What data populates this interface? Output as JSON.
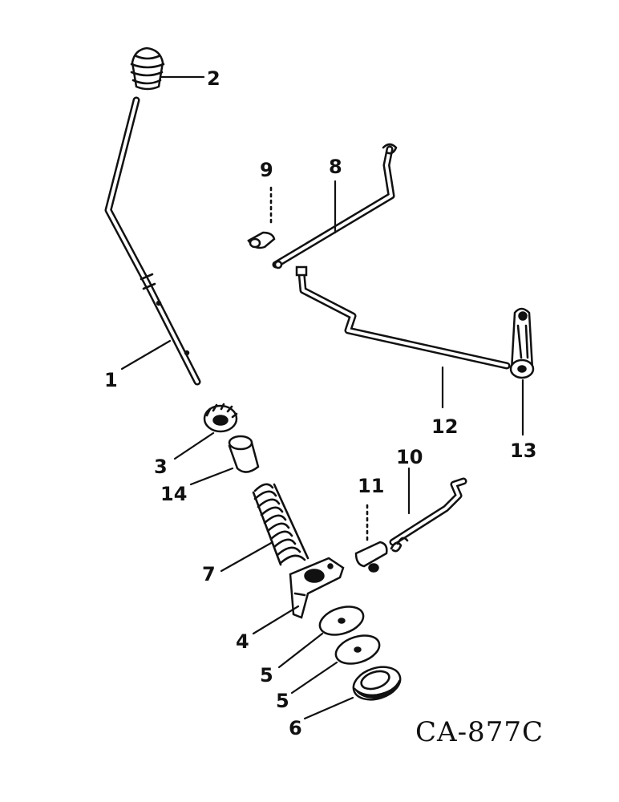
{
  "diagram": {
    "code": "CA-877C",
    "callouts": {
      "c1": "1",
      "c2": "2",
      "c3": "3",
      "c4": "4",
      "c5a": "5",
      "c5b": "5",
      "c6": "6",
      "c7": "7",
      "c8": "8",
      "c9": "9",
      "c10": "10",
      "c11": "11",
      "c12": "12",
      "c13": "13",
      "c14": "14"
    }
  }
}
